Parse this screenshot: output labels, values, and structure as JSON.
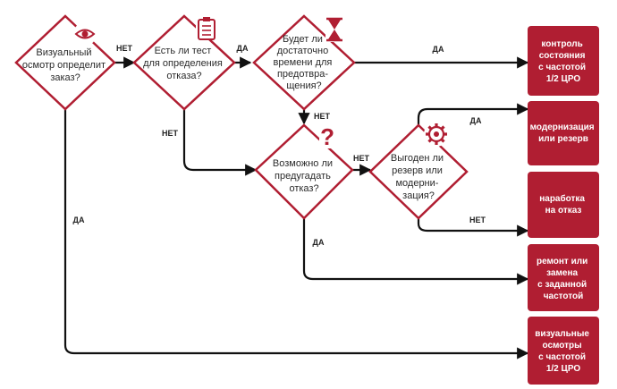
{
  "decisions": {
    "d1": [
      "Визуальный",
      "осмотр определит",
      "заказ?"
    ],
    "d2": [
      "Есть ли тест",
      "для определения",
      "отказа?"
    ],
    "d3": [
      "Будет ли",
      "достаточно",
      "времени для",
      "предотвра-",
      "щения?"
    ],
    "d4": [
      "Возможно ли",
      "предугадать",
      "отказ?"
    ],
    "d5": [
      "Выгоден ли",
      "резерв или",
      "модерни-",
      "зация?"
    ]
  },
  "outcomes": {
    "o1": [
      "контроль",
      "состояния",
      "с частотой",
      "1/2 ЦРО"
    ],
    "o2": [
      "модернизация",
      "или резерв"
    ],
    "o3": [
      "наработка",
      "на отказ"
    ],
    "o4": [
      "ремонт или",
      "замена",
      "с заданной",
      "частотой"
    ],
    "o5": [
      "визуальные",
      "осмотры",
      "с частотой",
      "1/2 ЦРО"
    ]
  },
  "edge_labels": {
    "d1_d2": "НЕТ",
    "d2_d3": "ДА",
    "d3_o1": "ДА",
    "d3_d4": "НЕТ",
    "d2_d4": "НЕТ",
    "d4_d5": "НЕТ",
    "d5_o2": "ДА",
    "d5_o3": "НЕТ",
    "d4_o4": "ДА",
    "d1_o5": "ДА"
  },
  "icons": {
    "d1": "eye-icon",
    "d2": "clipboard-icon",
    "d3": "hourglass-icon",
    "d4": "question-mark-icon",
    "d5": "gear-icon"
  },
  "colors": {
    "accent": "#b01e32",
    "line": "#111111"
  }
}
